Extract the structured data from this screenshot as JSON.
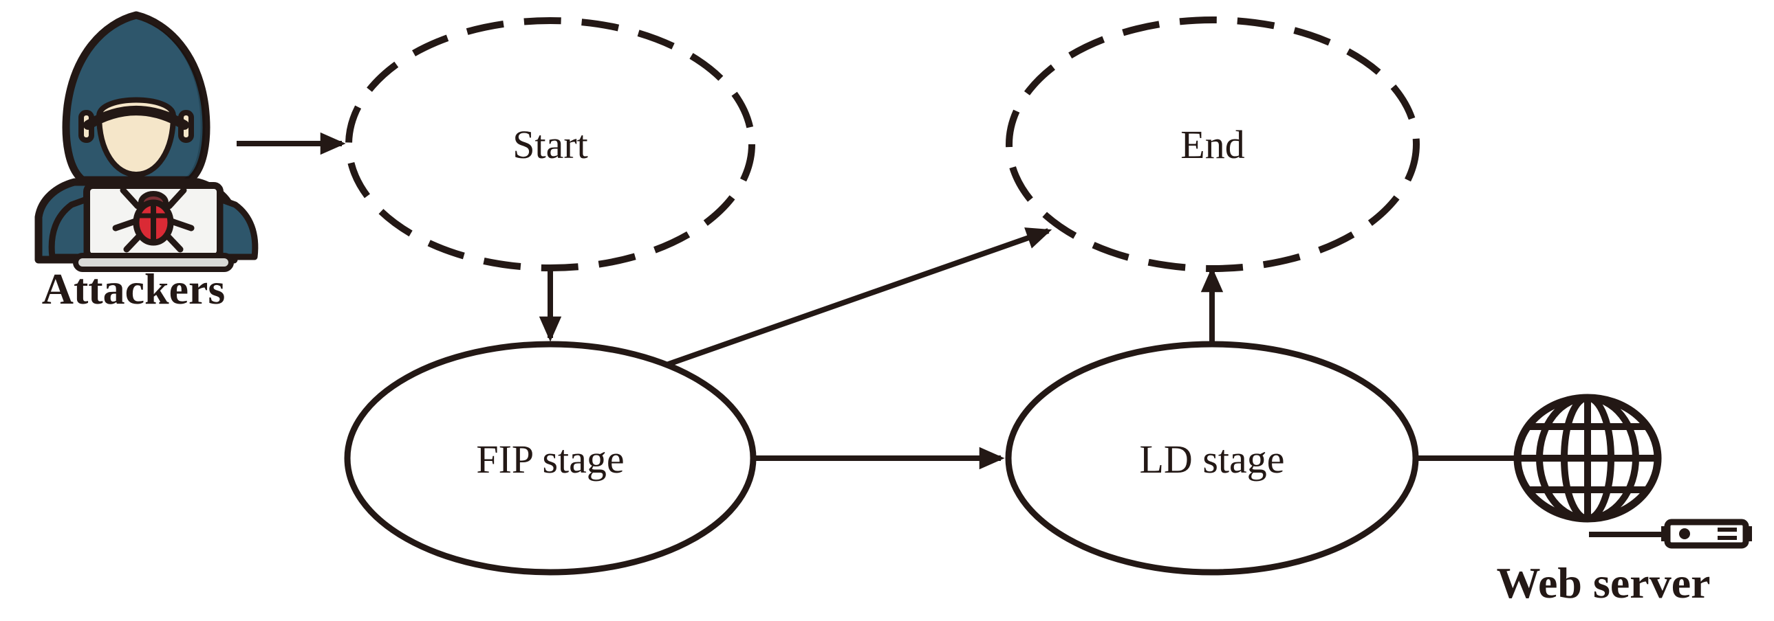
{
  "diagram": {
    "title": "attack-stage-flow",
    "nodes": {
      "start": {
        "label": "Start",
        "shape": "ellipse",
        "border": "dashed"
      },
      "end": {
        "label": "End",
        "shape": "ellipse",
        "border": "dashed"
      },
      "fip": {
        "label": "FIP stage",
        "shape": "ellipse",
        "border": "solid"
      },
      "ld": {
        "label": "LD stage",
        "shape": "ellipse",
        "border": "solid"
      }
    },
    "actors": {
      "attackers": {
        "label": "Attackers",
        "icon": "hooded-attacker-laptop-bug-icon"
      },
      "web_server": {
        "label": "Web server",
        "icon": "globe-and-server-icon"
      }
    },
    "edges": [
      {
        "from": "attackers",
        "to": "start",
        "arrow": true
      },
      {
        "from": "start",
        "to": "fip",
        "arrow": true
      },
      {
        "from": "fip",
        "to": "end",
        "arrow": true
      },
      {
        "from": "fip",
        "to": "ld",
        "arrow": true
      },
      {
        "from": "ld",
        "to": "end",
        "arrow": true
      },
      {
        "from": "ld",
        "to": "web_server",
        "arrow": false
      }
    ],
    "colors": {
      "ink": "#231815",
      "hood": "#2e566b",
      "skin": "#f5e6c9",
      "laptop": "#f4f4f2",
      "laptop_base": "#d9d9d6",
      "bug_body": "#da2a35",
      "bug_head": "#7c3136",
      "background": "#ffffff"
    }
  }
}
